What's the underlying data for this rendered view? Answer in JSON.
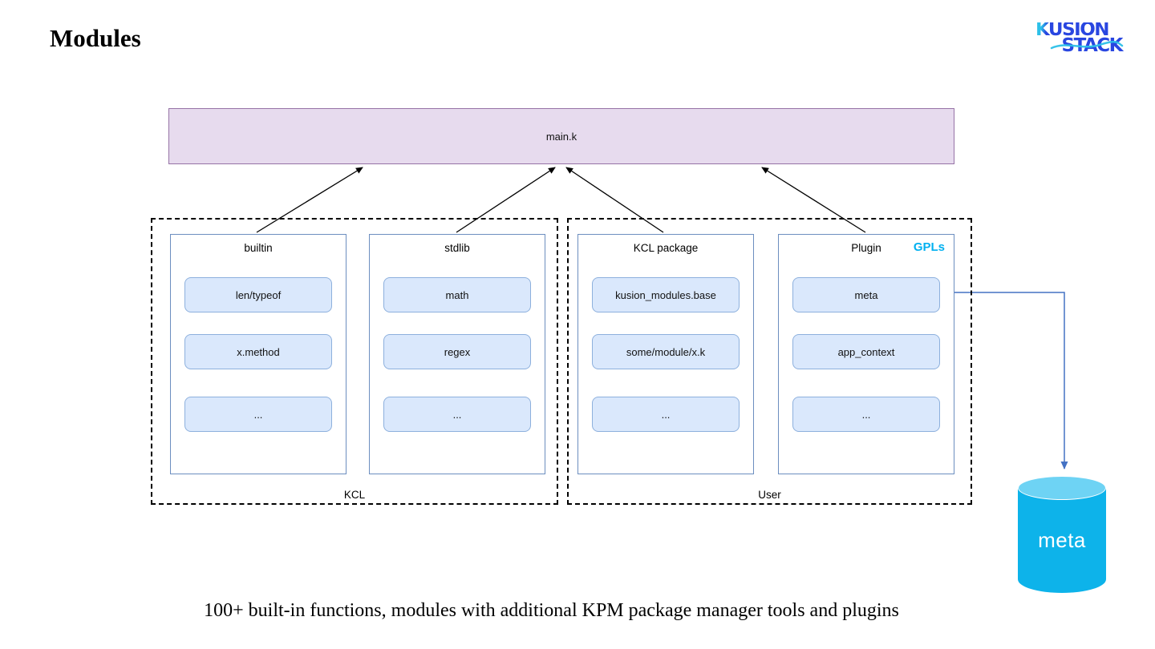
{
  "slide": {
    "title": "Modules",
    "caption": "100+ built-in functions, modules with additional KPM package manager tools and plugins"
  },
  "logo": {
    "line1": "KUSION",
    "line2": "STACK"
  },
  "diagram": {
    "root_node": "main.k",
    "groups": [
      {
        "label": "KCL",
        "boxes": [
          {
            "title": "builtin",
            "items": [
              "len/typeof",
              "x.method",
              "..."
            ]
          },
          {
            "title": "stdlib",
            "items": [
              "math",
              "regex",
              "..."
            ]
          }
        ]
      },
      {
        "label": "User",
        "boxes": [
          {
            "title": "KCL package",
            "items": [
              "kusion_modules.base",
              "some/module/x.k",
              "..."
            ]
          },
          {
            "title": "Plugin",
            "badge": "GPLs",
            "items": [
              "meta",
              "app_context",
              "..."
            ]
          }
        ]
      }
    ],
    "database": {
      "label": "meta"
    },
    "colors": {
      "root_fill": "#e7dbee",
      "root_border": "#9673a6",
      "box_border": "#6c8ebf",
      "pill_fill": "#dae8fc",
      "pill_border": "#8db0dd",
      "gpls_badge": "#00b0f0",
      "cylinder_body": "#0db3ea",
      "cylinder_top": "#6ed3f4",
      "arrow_black": "#000000",
      "arrow_blue": "#4472c4",
      "logo_blue": "#2946e0",
      "logo_cyan": "#2cc0e8"
    }
  }
}
